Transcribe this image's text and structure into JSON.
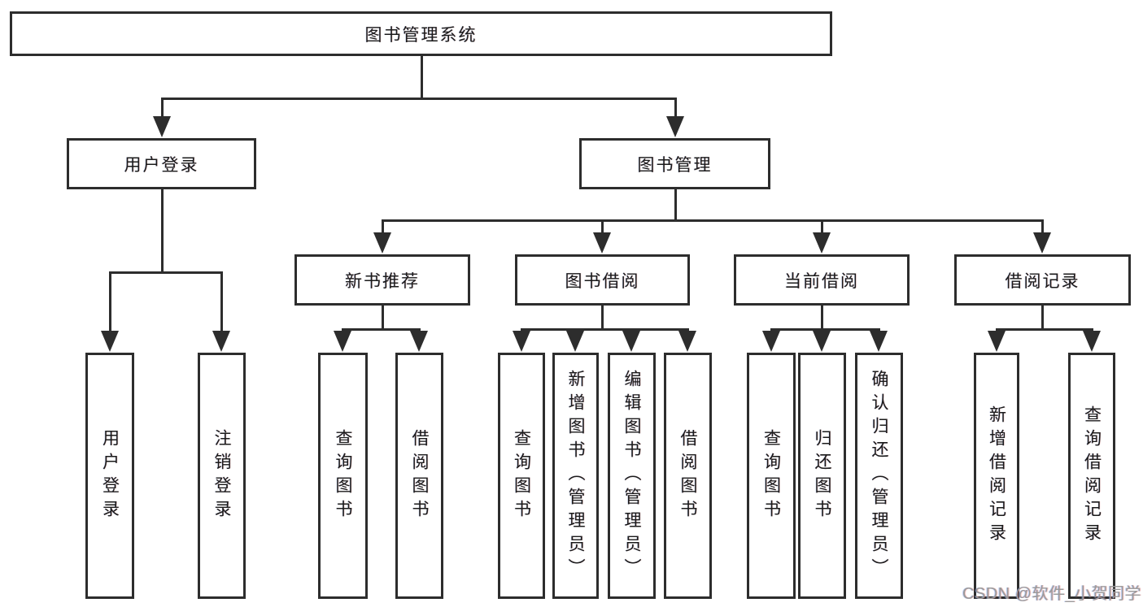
{
  "diagram": {
    "root": "图书管理系统",
    "level2": {
      "user_login": "用户登录",
      "book_management": "图书管理"
    },
    "level3": {
      "new_books": "新书推荐",
      "book_borrowing": "图书借阅",
      "current_borrowing": "当前借阅",
      "borrowing_records": "借阅记录"
    },
    "leaves": {
      "user": [
        "用户登录",
        "注销登录"
      ],
      "new_books": [
        "查询图书",
        "借阅图书"
      ],
      "borrowing": [
        "查询图书",
        "新增图书（管理员）",
        "编辑图书（管理员）",
        "借阅图书"
      ],
      "current": [
        "查询图书",
        "归还图书",
        "确认归还（管理员）"
      ],
      "records": [
        "新增借阅记录",
        "查询借阅记录"
      ]
    },
    "line_color": "#2d2d2d"
  },
  "watermark": "CSDN @软件_小贺同学"
}
